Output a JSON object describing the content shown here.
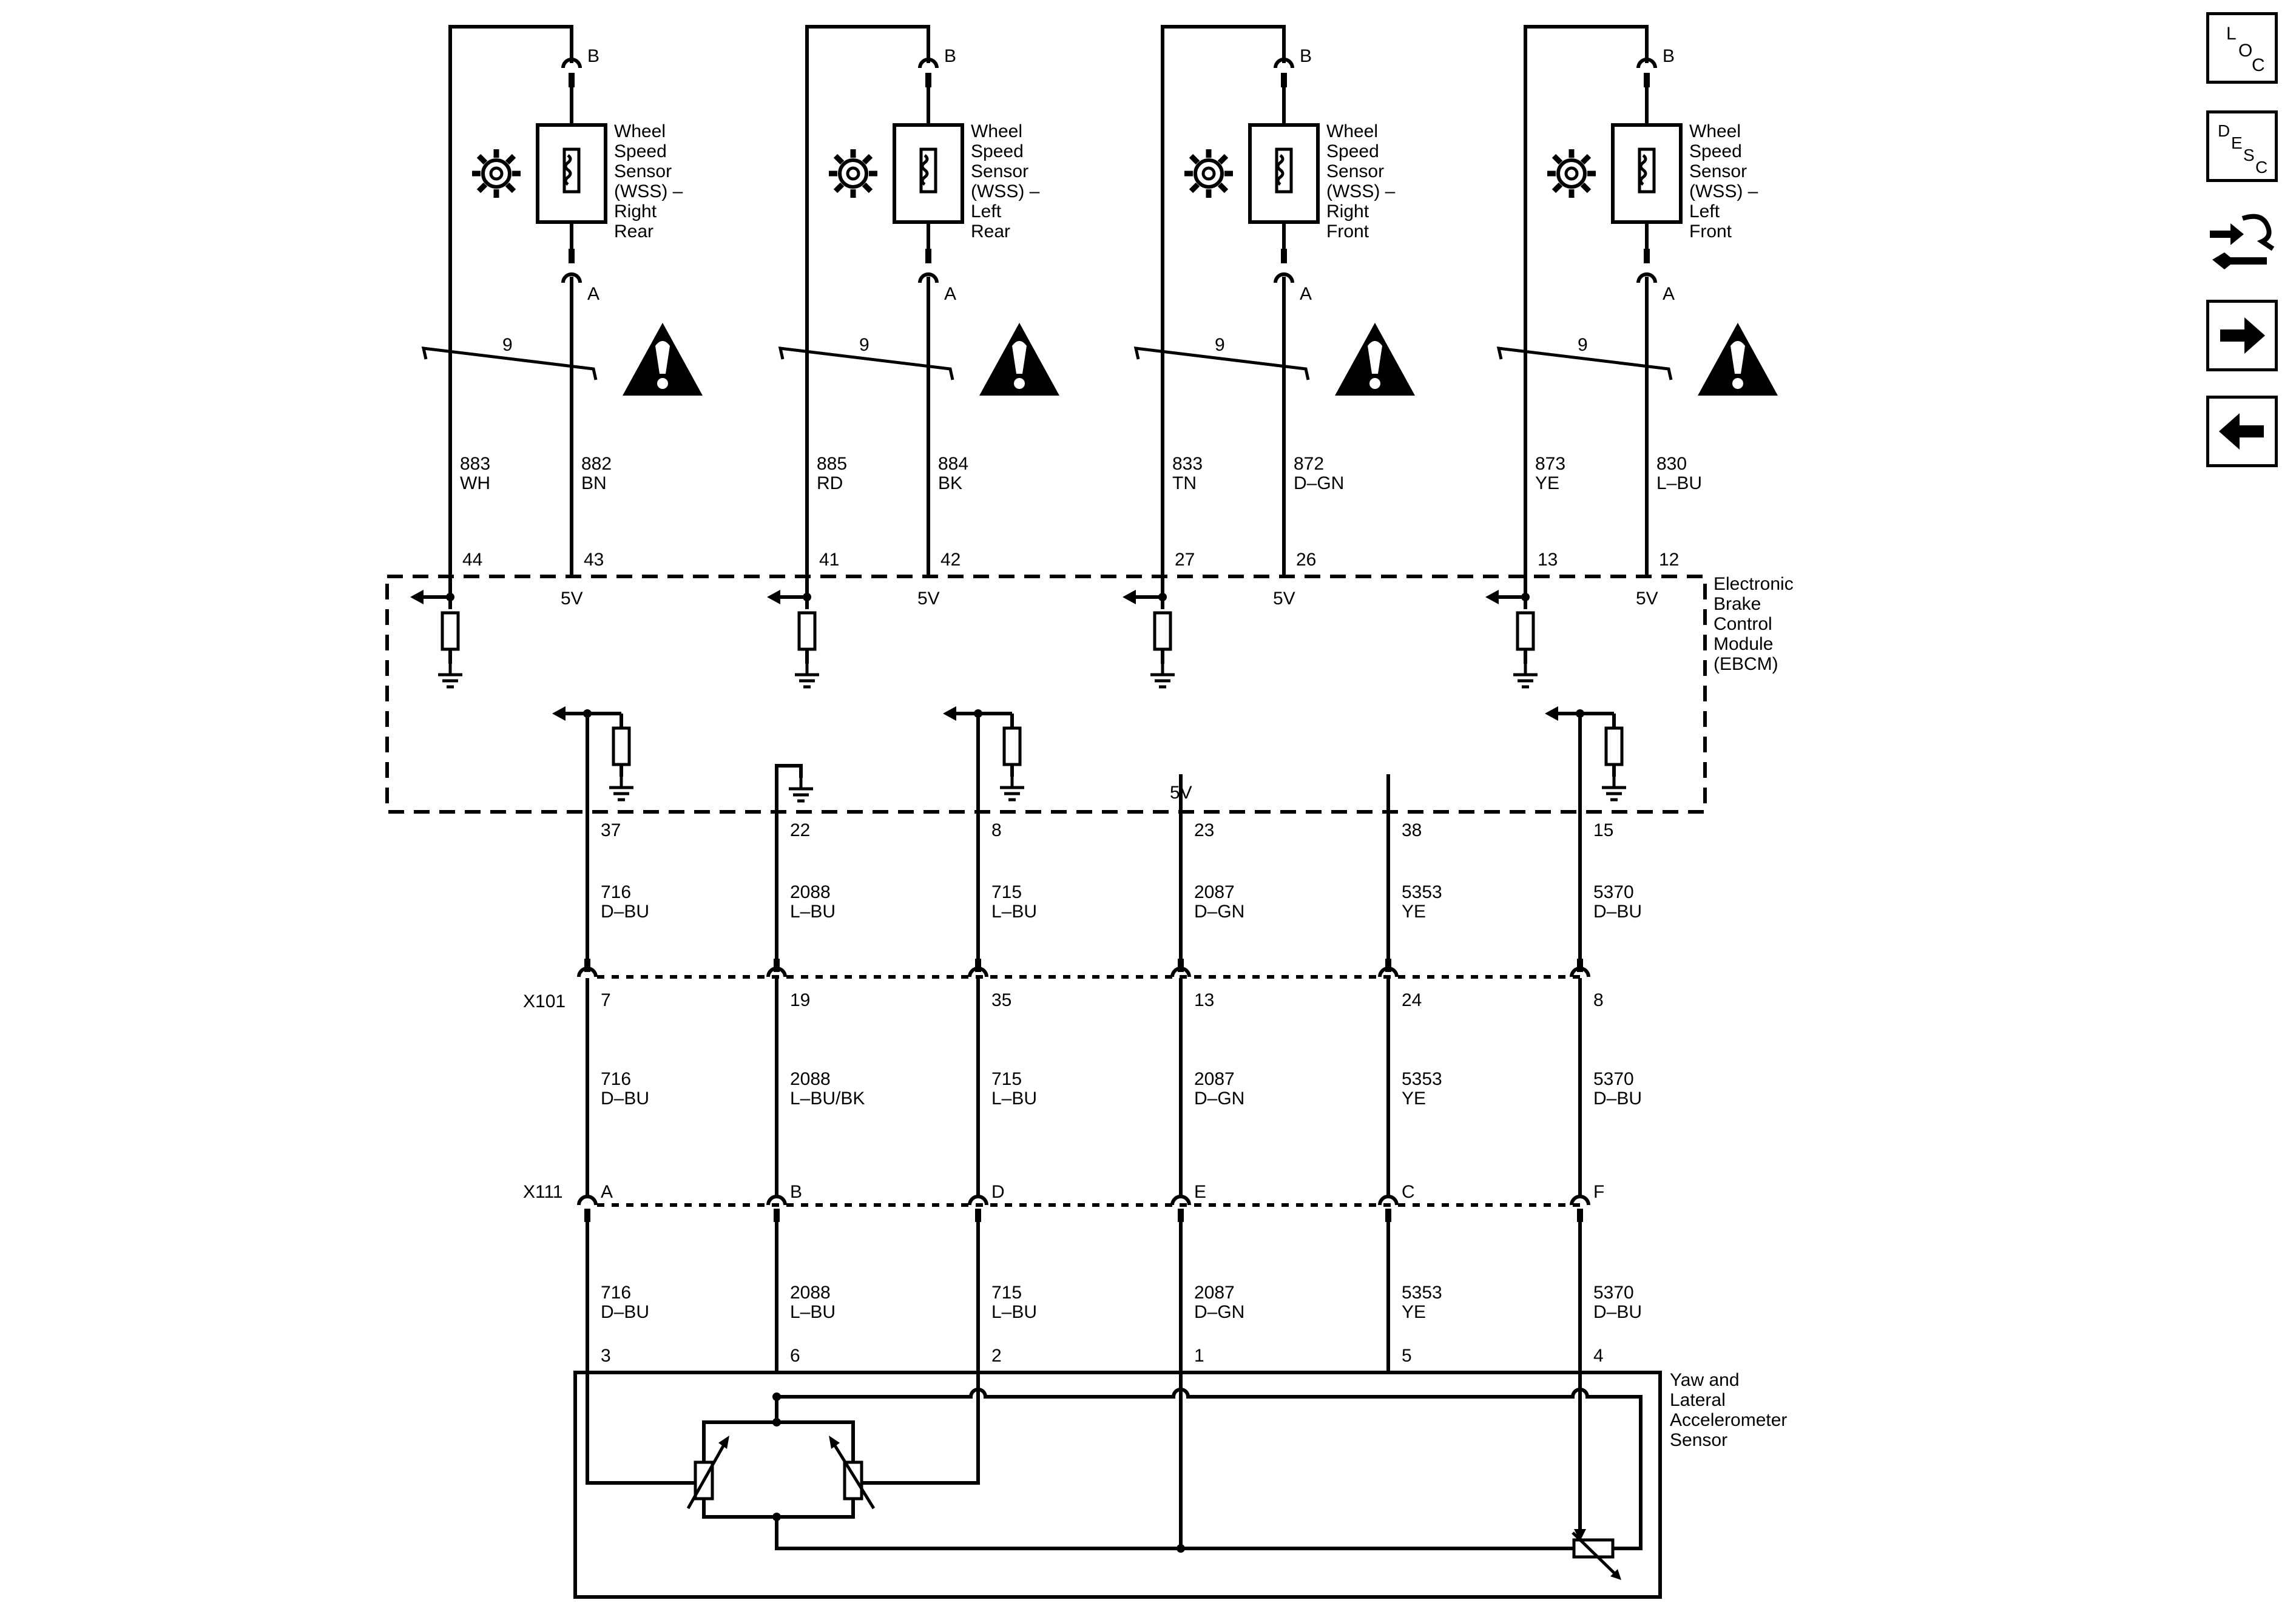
{
  "sensors": [
    {
      "name": "Wheel\nSpeed\nSensor\n(WSS) –\nRight\nRear",
      "pin_top": "B",
      "pin_bottom": "A",
      "connector": "9",
      "wire_left": {
        "circuit": "883",
        "color": "WH",
        "pin": "44"
      },
      "wire_right": {
        "circuit": "882",
        "color": "BN",
        "pin": "43"
      }
    },
    {
      "name": "Wheel\nSpeed\nSensor\n(WSS) –\nLeft\nRear",
      "pin_top": "B",
      "pin_bottom": "A",
      "connector": "9",
      "wire_left": {
        "circuit": "885",
        "color": "RD",
        "pin": "41"
      },
      "wire_right": {
        "circuit": "884",
        "color": "BK",
        "pin": "42"
      }
    },
    {
      "name": "Wheel\nSpeed\nSensor\n(WSS) –\nRight\nFront",
      "pin_top": "B",
      "pin_bottom": "A",
      "connector": "9",
      "wire_left": {
        "circuit": "833",
        "color": "TN",
        "pin": "27"
      },
      "wire_right": {
        "circuit": "872",
        "color": "D–GN",
        "pin": "26"
      }
    },
    {
      "name": "Wheel\nSpeed\nSensor\n(WSS) –\nLeft\nFront",
      "pin_top": "B",
      "pin_bottom": "A",
      "connector": "9",
      "wire_left": {
        "circuit": "873",
        "color": "YE",
        "pin": "13"
      },
      "wire_right": {
        "circuit": "830",
        "color": "L–BU",
        "pin": "12"
      }
    }
  ],
  "module_label": "Electronic\nBrake\nControl\nModule\n(EBCM)",
  "supply_label": "5V",
  "connector_x101": "X101",
  "connector_x111": "X111",
  "yaw_label": "Yaw and\nLateral\nAccelerometer\nSensor",
  "lower_wires": [
    {
      "ebcm_pin": "37",
      "seg1": {
        "circuit": "716",
        "color": "D–BU"
      },
      "x101_pin": "7",
      "seg2": {
        "circuit": "716",
        "color": "D–BU"
      },
      "x111_pin": "A",
      "seg3": {
        "circuit": "716",
        "color": "D–BU"
      },
      "sensor_pin": "3"
    },
    {
      "ebcm_pin": "22",
      "seg1": {
        "circuit": "2088",
        "color": "L–BU"
      },
      "x101_pin": "19",
      "seg2": {
        "circuit": "2088",
        "color": "L–BU/BK"
      },
      "x111_pin": "B",
      "seg3": {
        "circuit": "2088",
        "color": "L–BU"
      },
      "sensor_pin": "6"
    },
    {
      "ebcm_pin": "8",
      "seg1": {
        "circuit": "715",
        "color": "L–BU"
      },
      "x101_pin": "35",
      "seg2": {
        "circuit": "715",
        "color": "L–BU"
      },
      "x111_pin": "D",
      "seg3": {
        "circuit": "715",
        "color": "L–BU"
      },
      "sensor_pin": "2"
    },
    {
      "ebcm_pin": "23",
      "seg1": {
        "circuit": "2087",
        "color": "D–GN"
      },
      "x101_pin": "13",
      "seg2": {
        "circuit": "2087",
        "color": "D–GN"
      },
      "x111_pin": "E",
      "seg3": {
        "circuit": "2087",
        "color": "D–GN"
      },
      "sensor_pin": "1"
    },
    {
      "ebcm_pin": "38",
      "seg1": {
        "circuit": "5353",
        "color": "YE"
      },
      "x101_pin": "24",
      "seg2": {
        "circuit": "5353",
        "color": "YE"
      },
      "x111_pin": "C",
      "seg3": {
        "circuit": "5353",
        "color": "YE"
      },
      "sensor_pin": "5"
    },
    {
      "ebcm_pin": "15",
      "seg1": {
        "circuit": "5370",
        "color": "D–BU"
      },
      "x101_pin": "8",
      "seg2": {
        "circuit": "5370",
        "color": "D–BU"
      },
      "x111_pin": "F",
      "seg3": {
        "circuit": "5370",
        "color": "D–BU"
      },
      "sensor_pin": "4"
    }
  ],
  "nav": {
    "loc": {
      "l1": "L",
      "l2": "O",
      "l3": "C"
    },
    "desc": {
      "l1": "D",
      "l2": "E",
      "l3": "S",
      "l4": "C"
    },
    "icons": [
      "connector-tool-icon",
      "arrow-right-icon",
      "arrow-left-icon"
    ]
  }
}
